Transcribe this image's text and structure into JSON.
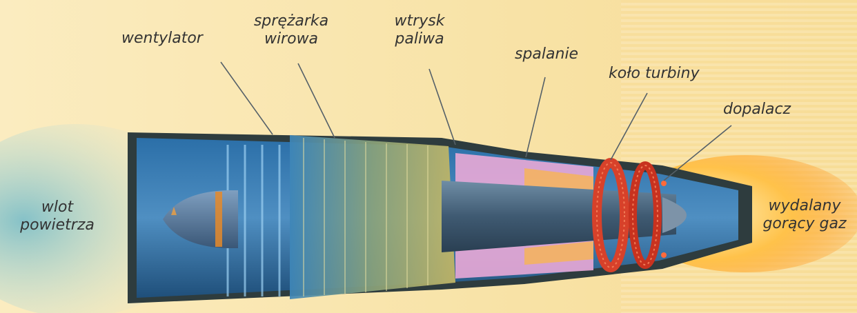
{
  "labels": {
    "inlet": [
      "wlot",
      "powietrza"
    ],
    "fan": "wentylator",
    "compressor": [
      "sprężarka",
      "wirowa"
    ],
    "fuel_injection": [
      "wtrysk",
      "paliwa"
    ],
    "combustion": "spalanie",
    "turbine_wheel": "koło turbiny",
    "afterburner": "dopalacz",
    "exhaust": [
      "wydalany",
      "gorący gaz"
    ]
  },
  "colors": {
    "background": "#f8e6b0",
    "casing": "#2e3c3e",
    "fan_blades": "#3d7fb8",
    "compressor_blades": "#b9b56a",
    "turbine": "#d7412a",
    "combustion_glow": "#e9a9d6",
    "exhaust_flame": "#ffb43a",
    "inlet_air": "#8ec6c9"
  }
}
